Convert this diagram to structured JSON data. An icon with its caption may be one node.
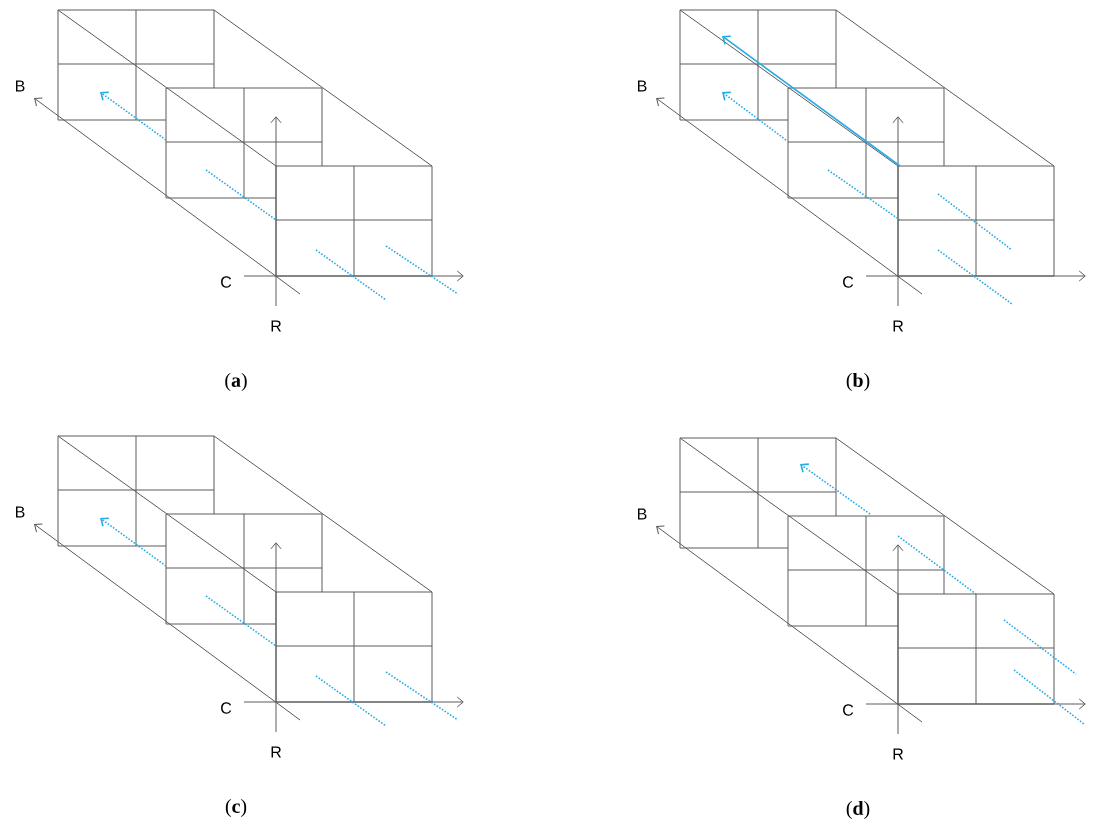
{
  "diagram": {
    "labels": [
      "B",
      "C",
      "R",
      "(**a**)",
      "B",
      "C",
      "R",
      "(**b**)",
      "B",
      "C",
      "R",
      "(**c**)",
      "B",
      "C",
      "R",
      "(**d**)"
    ]
  }
}
